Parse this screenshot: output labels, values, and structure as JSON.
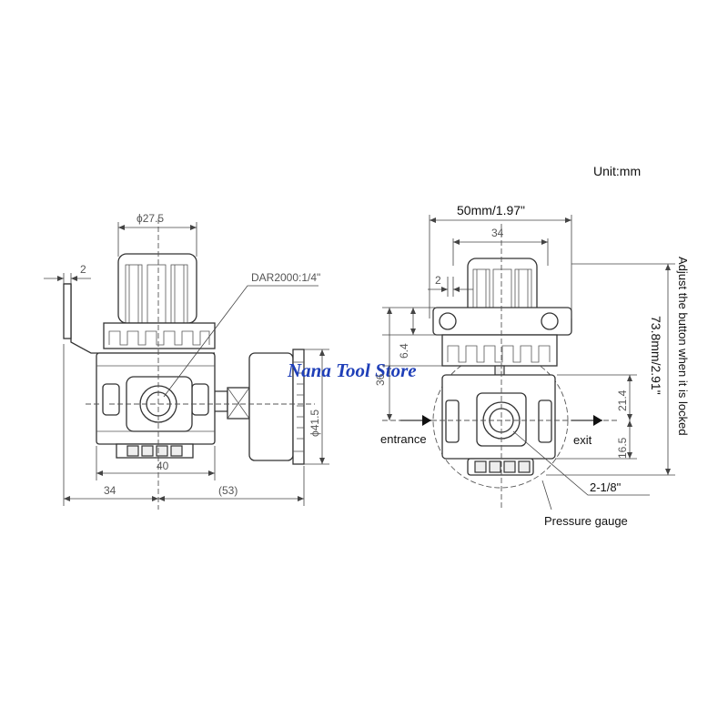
{
  "unit_label": "Unit:mm",
  "watermark": "Nana Tool Store",
  "left_view": {
    "knob_diameter": "ϕ27.5",
    "lever_offset": "2",
    "model_port": "DAR2000:1/4\"",
    "body_width": "40",
    "left_width": "34",
    "gauge_extension": "(53)",
    "gauge_diameter": "ϕ41.5"
  },
  "right_view": {
    "overall_width": "50mm/1.97\"",
    "knob_width": "34",
    "side_gap": "2",
    "dim_6_4": "6.4",
    "dim_36": "36",
    "dim_21_4": "21.4",
    "dim_16_5": "16.5",
    "height_locked": "73.8mm/2.91\"",
    "locked_note": "Adjust the button when it is locked",
    "entrance_label": "entrance",
    "exit_label": "exit",
    "ports_label": "2-1/8\"",
    "gauge_label": "Pressure gauge"
  }
}
